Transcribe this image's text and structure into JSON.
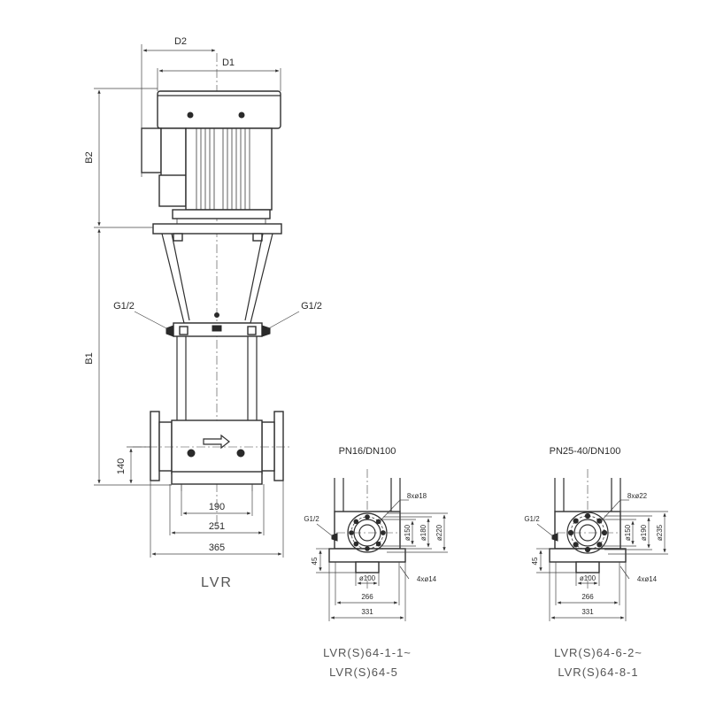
{
  "main_view": {
    "label_d1": "D1",
    "label_d2": "D2",
    "label_b1": "B1",
    "label_b2": "B2",
    "label_g_left": "G1/2",
    "label_g_right": "G1/2",
    "dim_140": "140",
    "dim_190": "190",
    "dim_251": "251",
    "dim_365": "365",
    "model": "LVR"
  },
  "detail_left": {
    "title": "PN16/DN100",
    "bolt_holes": "8xø18",
    "d150": "ø150",
    "d180": "ø180",
    "d220": "ø220",
    "g": "G1/2",
    "dim_45": "45",
    "d100": "ø100",
    "feet": "4xø14",
    "dim_266": "266",
    "dim_331": "331",
    "model_line1": "LVR(S)64-1-1~",
    "model_line2": "LVR(S)64-5"
  },
  "detail_right": {
    "title": "PN25-40/DN100",
    "bolt_holes": "8xø22",
    "d150": "ø150",
    "d190": "ø190",
    "d235": "ø235",
    "g": "G1/2",
    "dim_45": "45",
    "d100": "ø100",
    "feet": "4xø14",
    "dim_266": "266",
    "dim_331": "331",
    "model_line1": "LVR(S)64-6-2~",
    "model_line2": "LVR(S)64-8-1"
  }
}
